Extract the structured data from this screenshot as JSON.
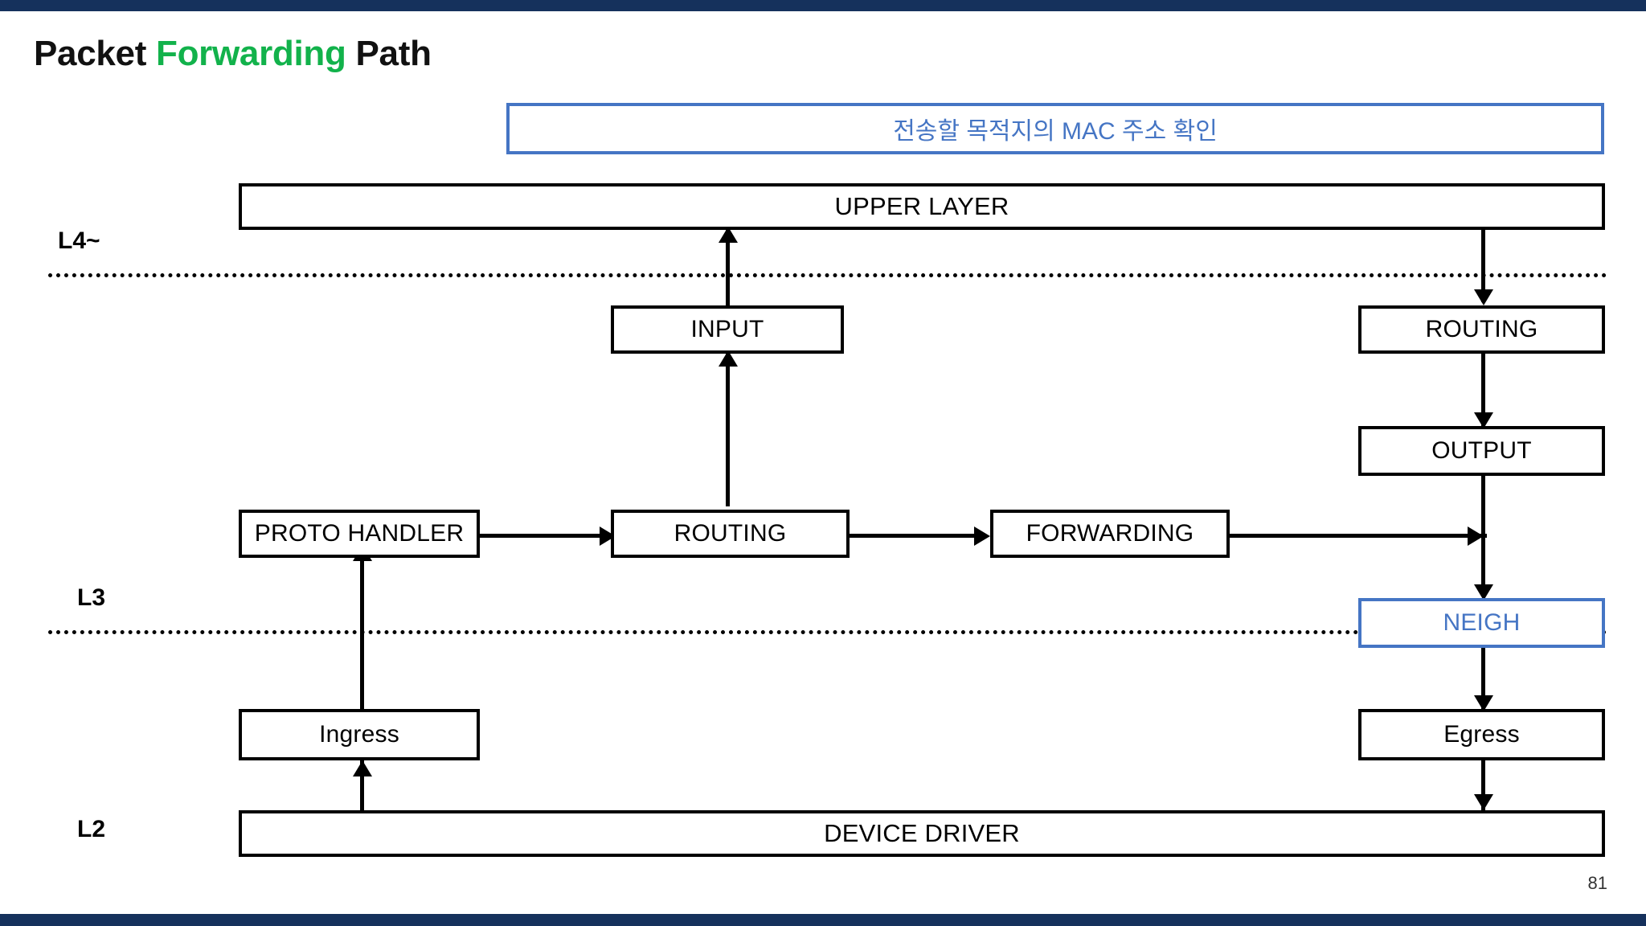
{
  "slide": {
    "title_part1": "Packet ",
    "title_accent": "Forwarding",
    "title_part2": " Path",
    "page_number": "81",
    "accent_color": "#12B24B",
    "band_color": "#15315C",
    "highlight_color": "#4575C4"
  },
  "callout": {
    "text": "전송할 목적지의 MAC 주소 확인"
  },
  "layers": [
    {
      "label": "L4~"
    },
    {
      "label": "L3"
    },
    {
      "label": "L2"
    }
  ],
  "boxes": {
    "upper_layer": "UPPER LAYER",
    "input": "INPUT",
    "routing_right": "ROUTING",
    "output": "OUTPUT",
    "proto_handler": "PROTO HANDLER",
    "routing_mid": "ROUTING",
    "forwarding": "FORWARDING",
    "neigh": "NEIGH",
    "ingress": "Ingress",
    "egress": "Egress",
    "device_driver": "DEVICE DRIVER"
  }
}
